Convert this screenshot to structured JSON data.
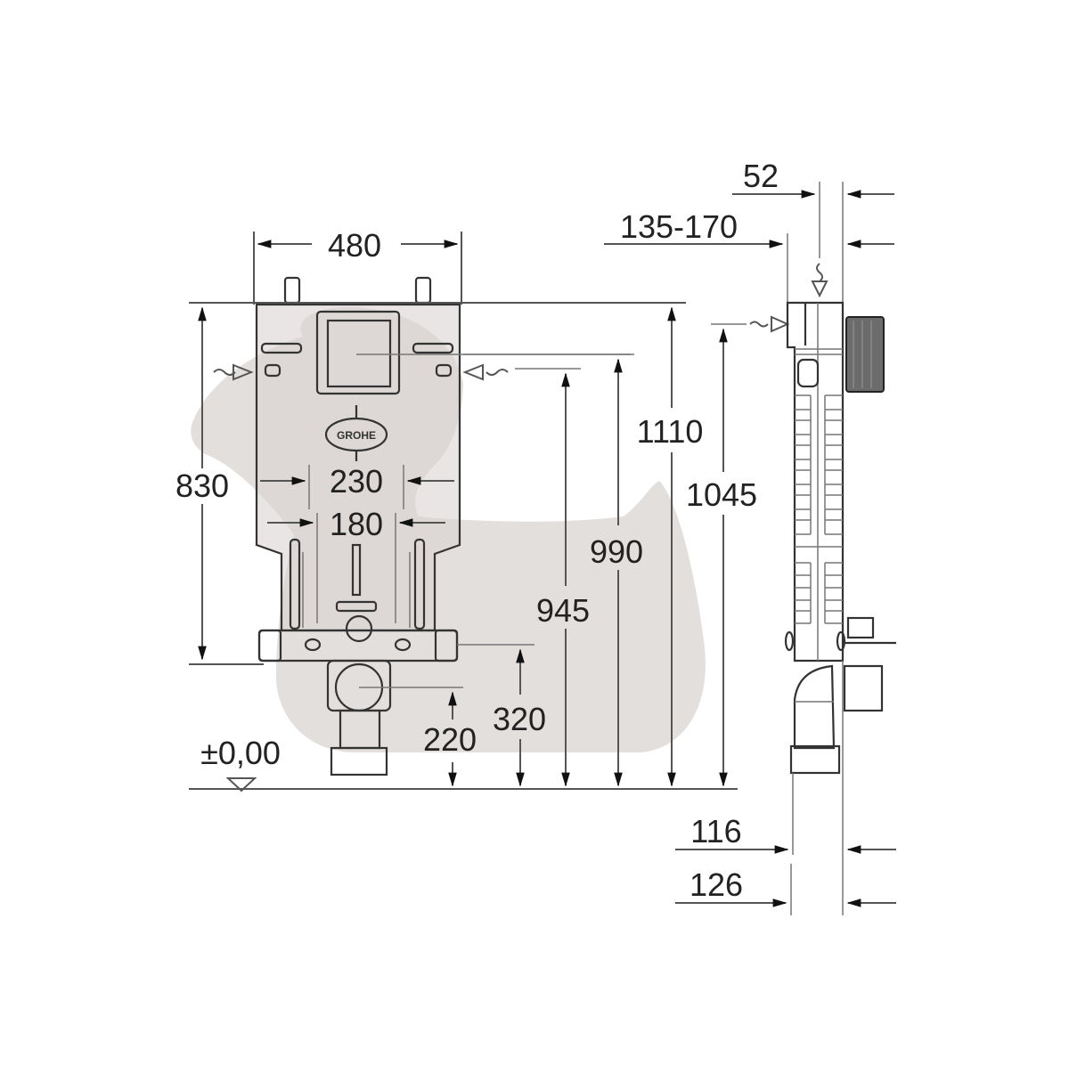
{
  "drawing": {
    "title": "Installation frame dimension drawing",
    "colors": {
      "background": "#ffffff",
      "silhouette": "#e3dfdc",
      "lines": "#555555",
      "text": "#222222",
      "frame_fill": "#d8d4d2"
    },
    "front_view": {
      "width_label": "480",
      "height_label": "830",
      "inner_width_1_label": "230",
      "inner_width_2_label": "180",
      "logo_text": "GROHE"
    },
    "heights": {
      "total_label": "1110",
      "inlet_right_label": "990",
      "inlet_left_label": "945",
      "side_inlet_label": "1045",
      "fixing_label": "320",
      "drain_label": "220",
      "floor_level_label": "±0,00"
    },
    "side_view": {
      "depth_top_label": "52",
      "depth_range_label": "135-170",
      "depth_bottom_1_label": "116",
      "depth_bottom_2_label": "126"
    }
  }
}
